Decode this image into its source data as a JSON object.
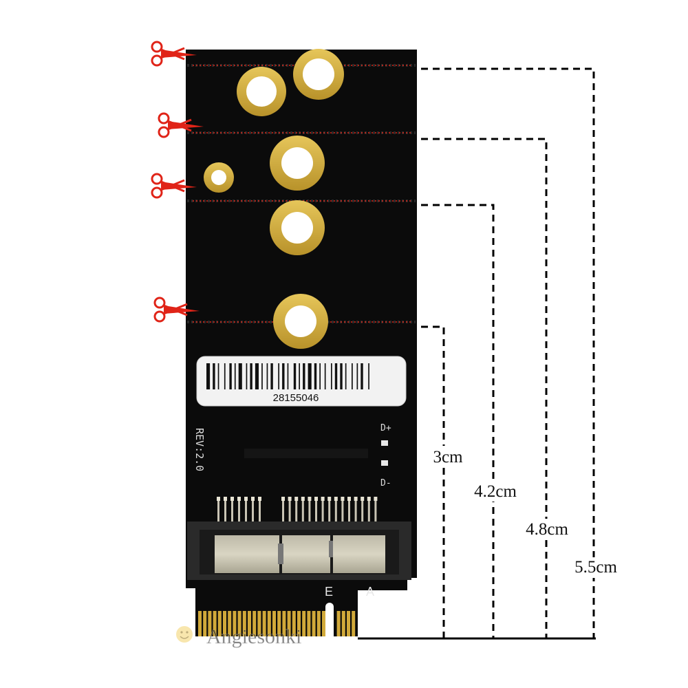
{
  "board": {
    "barcode_number": "28155046",
    "revision": "REV:2.0",
    "pad_plus": "D+",
    "pad_minus": "D-",
    "key_letter_e": "E",
    "key_letter_a": "A"
  },
  "dimensions": [
    {
      "label": "3cm"
    },
    {
      "label": "4.2cm"
    },
    {
      "label": "4.8cm"
    },
    {
      "label": "5.5cm"
    }
  ],
  "watermark": {
    "text": "Angiesonki"
  },
  "colors": {
    "board": "#0b0b0b",
    "gold": "#d8b84a",
    "cut_line": "#e02418",
    "scissors": "#e02418",
    "dash": "#000000"
  }
}
